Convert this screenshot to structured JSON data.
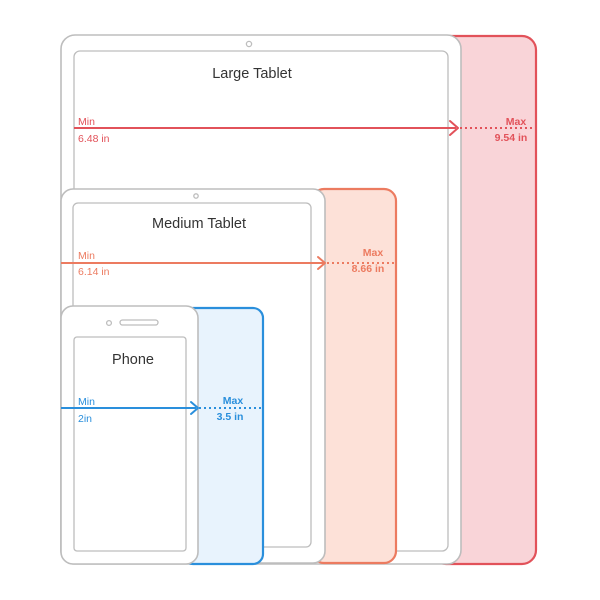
{
  "colors": {
    "large": "#e2525a",
    "large_fill": "#f9d4d8",
    "medium": "#ec7b60",
    "medium_fill": "#fde1d8",
    "phone": "#2a8fdc",
    "phone_fill": "#e8f3fd",
    "device_outline": "#bdbdbd",
    "title_text": "#333333"
  },
  "devices": [
    {
      "key": "large",
      "title": "Large Tablet",
      "min_label": "Min",
      "min_value": "6.48 in",
      "max_label": "Max",
      "max_value": "9.54 in"
    },
    {
      "key": "medium",
      "title": "Medium Tablet",
      "min_label": "Min",
      "min_value": "6.14 in",
      "max_label": "Max",
      "max_value": "8.66 in"
    },
    {
      "key": "phone",
      "title": "Phone",
      "min_label": "Min",
      "min_value": "2in",
      "max_label": "Max",
      "max_value": "3.5 in"
    }
  ]
}
